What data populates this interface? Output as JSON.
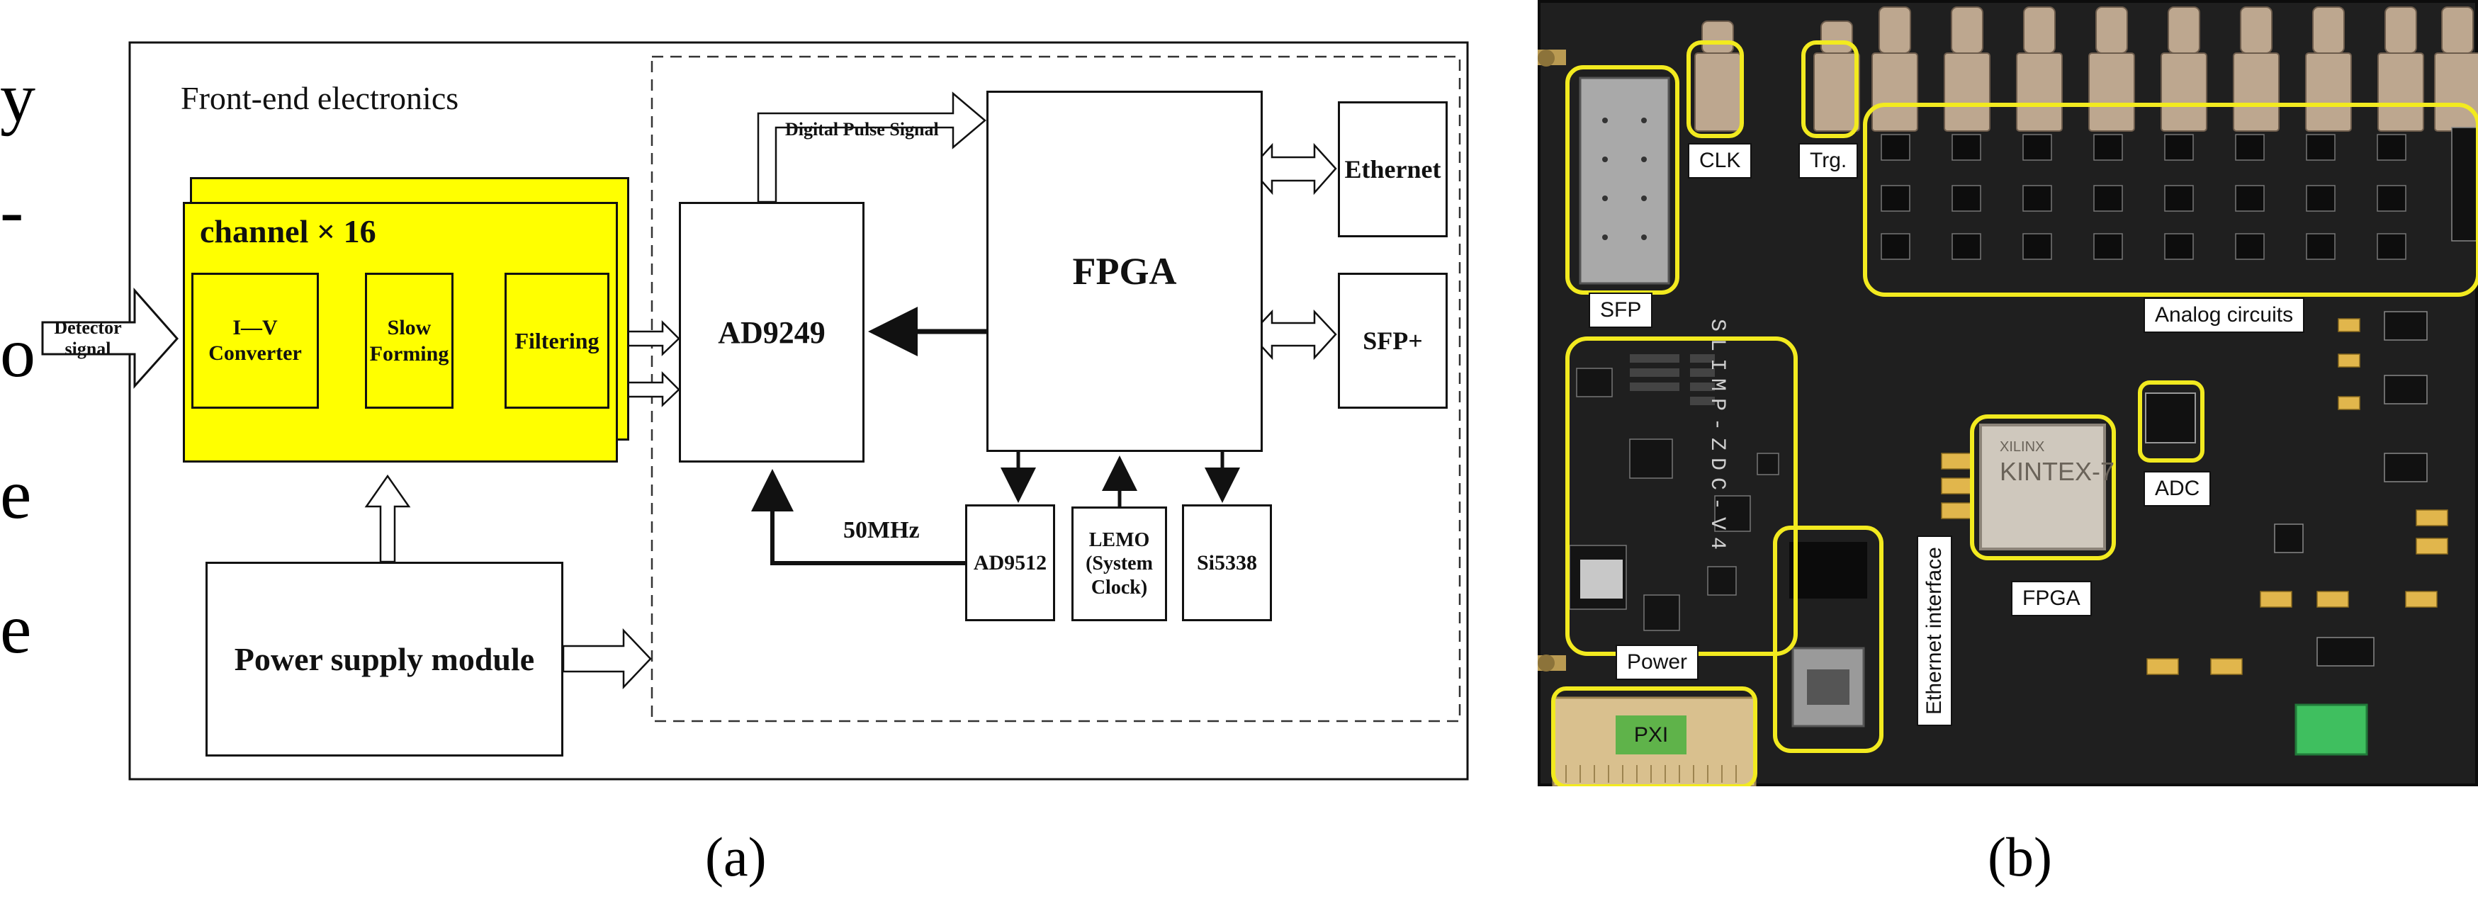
{
  "left_edge_text": [
    "y",
    "-",
    "o",
    "e",
    "e"
  ],
  "panel_a": {
    "caption": "(a)",
    "front_end_label": "Front-end electronics",
    "channel_label": "channel × 16",
    "detector_signal": "Detector signal",
    "iv_converter": "I—V Converter",
    "slow_forming": "Slow Forming",
    "filtering": "Filtering",
    "adc_chip": "AD9249",
    "fpga": "FPGA",
    "ethernet": "Ethernet",
    "sfp_plus": "SFP+",
    "digital_pulse": "Digital Pulse Signal",
    "clock_freq": "50MHz",
    "ad9512": "AD9512",
    "lemo": "LEMO (System Clock)",
    "si5338": "Si5338",
    "power_supply": "Power supply module"
  },
  "panel_b": {
    "caption": "(b)",
    "clk": "CLK",
    "trg": "Trg.",
    "sfp": "SFP",
    "analog_circuits": "Analog circuits",
    "adc": "ADC",
    "fpga": "FPGA",
    "fpga_chip_brand": "XILINX",
    "fpga_chip_name": "KINTEX-7",
    "power": "Power",
    "ethernet_interface": "Ethernet interface",
    "pxi": "PXI",
    "silkscreen": "SLIMP-ZDC-V4",
    "colors": {
      "board": "#1f1f1f",
      "highlight": "#f2ea1f",
      "pxi": "#5fb34a",
      "gold": "#e1b64c",
      "connector": "#d9c08e"
    }
  }
}
